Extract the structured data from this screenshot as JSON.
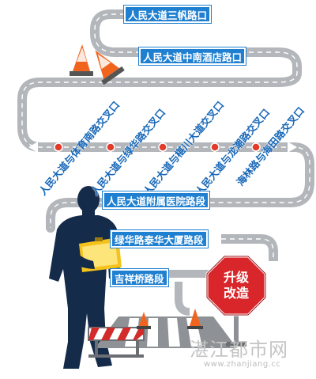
{
  "route": {
    "top_signs": [
      "人民大道三帆路口",
      "人民大道中南酒店路口"
    ],
    "diagonal_labels": [
      "人民大道与体育南路交叉口",
      "人民大道与绿华路交叉口",
      "人民大道与椹川大道交叉口",
      "人民大道与龙潮路交叉口",
      "海林路与海田路交叉口"
    ],
    "bottom_signs": [
      "人民大道附属医院路段",
      "绿华路泰华大厦路段",
      "吉祥桥路段"
    ]
  },
  "stop_sign": {
    "line1": "升级",
    "line2": "改造"
  },
  "watermark": {
    "cn": "湛江都市网",
    "url": "www.zhanjiang.cc"
  },
  "colors": {
    "road": "#b3b6ba",
    "sign_blue": "#1f7fd0",
    "stop_red": "#d8262b",
    "silhouette": "#152b4a",
    "cone": "#f0641e"
  }
}
